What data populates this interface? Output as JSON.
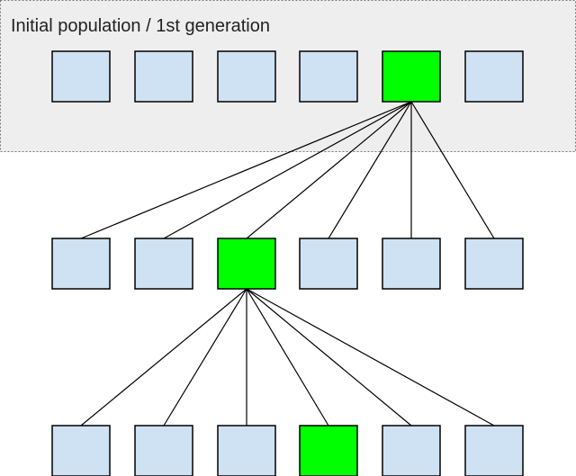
{
  "first_generation_label": "Initial population / 1st generation",
  "colors": {
    "individual": "#cfe2f3",
    "selected": "#00ff00",
    "generation_box": "#eeeeee",
    "edge": "#000000"
  },
  "generations": [
    {
      "individuals": 6,
      "selected_index": 4
    },
    {
      "individuals": 6,
      "selected_index": 2
    },
    {
      "individuals": 6,
      "selected_index": 3
    }
  ]
}
